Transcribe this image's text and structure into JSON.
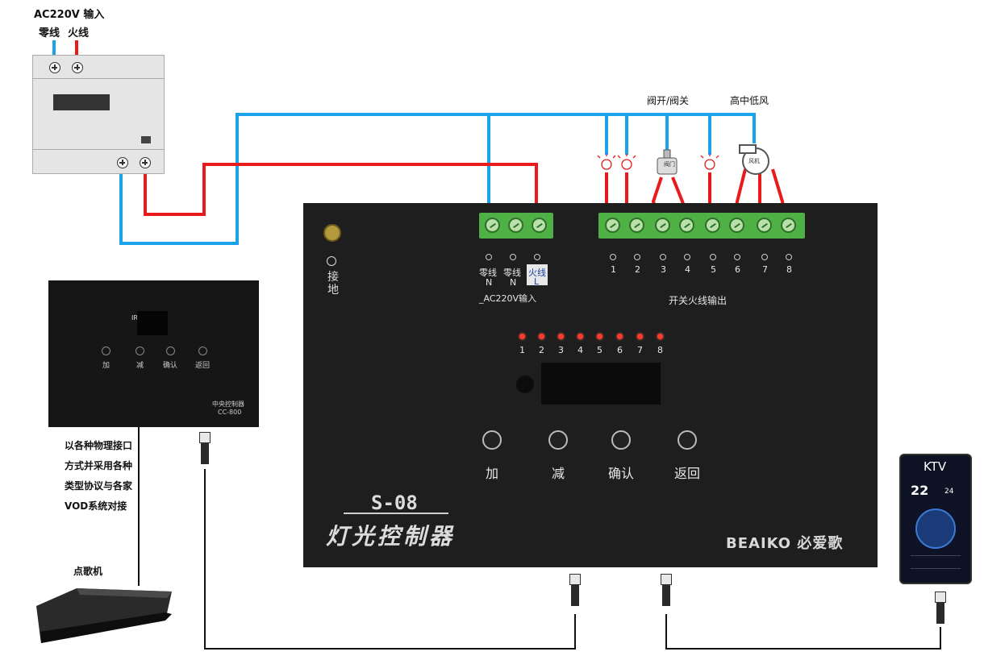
{
  "top_label": {
    "title": "AC220V 输入",
    "neutral": "零线",
    "live": "火线"
  },
  "valve_label": "阀开/阀关",
  "fan_label": "高中低风",
  "colors": {
    "neutral_wire": "#1aa3e8",
    "live_wire": "#e81a1a",
    "terminal_green": "#4fb045",
    "led_red": "#ff3a2a"
  },
  "controller": {
    "input_terms": [
      {
        "label": "零线",
        "sub": "N"
      },
      {
        "label": "零线",
        "sub": "N"
      },
      {
        "label": "火线",
        "sub": "L"
      }
    ],
    "ac_input_caption": "_AC220V输入",
    "ground_label": "接地",
    "output_numbers": [
      "1",
      "2",
      "3",
      "4",
      "5",
      "6",
      "7",
      "8"
    ],
    "output_caption": "开关火线输出",
    "led_numbers": [
      "1",
      "2",
      "3",
      "4",
      "5",
      "6",
      "7",
      "8"
    ],
    "buttons": [
      "加",
      "减",
      "确认",
      "返回"
    ],
    "model": "S-08",
    "name": "灯光控制器",
    "brand": "BEAIKO 必爱歌",
    "valve_icon_text": "阀门",
    "fan_icon_text": "风机"
  },
  "central_controller": {
    "ir": "IR",
    "buttons": [
      "加",
      "减",
      "确认",
      "返回"
    ],
    "name": "中央控制器",
    "model": "CC-800"
  },
  "desc_lines": [
    "以各种物理接口",
    "方式并采用各种",
    "类型协议与各家",
    "VOD系统对接"
  ],
  "player_label": "点歌机",
  "ktv_panel": {
    "title": "KTV",
    "temp": "22",
    "set": "24"
  }
}
